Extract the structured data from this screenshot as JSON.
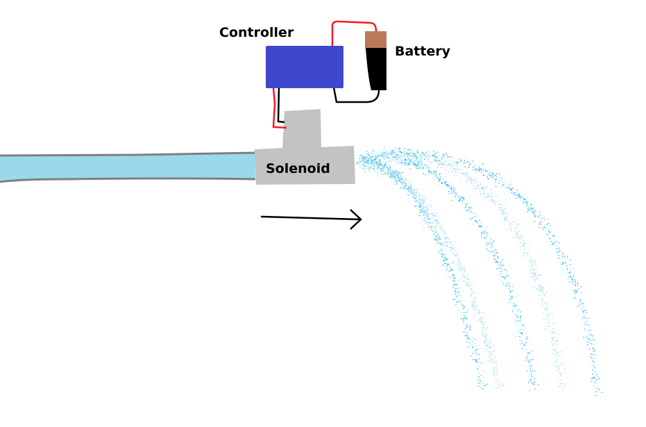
{
  "labels": {
    "controller": "Controller",
    "battery": "Battery",
    "solenoid": "Solenoid"
  },
  "colors": {
    "controller": "#3f48cc",
    "battery_cap": "#b97a57",
    "battery_body": "#000000",
    "solenoid": "#c3c3c3",
    "pipe_water": "#99d9ea",
    "pipe_outline": "#7f7f7f",
    "wire_positive": "#ed1c24",
    "wire_negative": "#000000",
    "spray_light": "#99d9ea",
    "spray_dark": "#00a2e8"
  },
  "flow_direction": "right"
}
